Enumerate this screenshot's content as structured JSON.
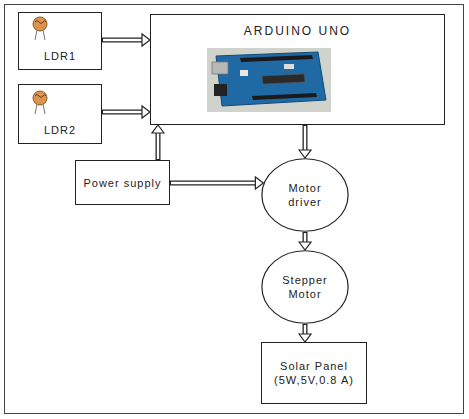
{
  "diagram": {
    "nodes": [
      {
        "text": [
          "LDR1"
        ]
      },
      {
        "text": [
          "LDR2"
        ]
      },
      {
        "text": [
          "ARDUINO UNO"
        ]
      },
      {
        "text": [
          "Power supply"
        ]
      },
      {
        "text": [
          "Motor driver"
        ]
      },
      {
        "text": [
          "Stepper Motor"
        ]
      },
      {
        "text": [
          "Solar Panel (5W,5V,0.8 A)"
        ]
      }
    ],
    "edges": [
      {
        "from": 0,
        "to": 2,
        "arrow": "to"
      },
      {
        "from": 1,
        "to": 2,
        "arrow": "to"
      },
      {
        "from": 3,
        "to": 2,
        "arrow": "to"
      },
      {
        "from": 3,
        "to": 4,
        "arrow": "to"
      },
      {
        "from": 2,
        "to": 4,
        "arrow": "to"
      },
      {
        "from": 4,
        "to": 5,
        "arrow": "to"
      },
      {
        "from": 5,
        "to": 6,
        "arrow": "to"
      }
    ]
  }
}
